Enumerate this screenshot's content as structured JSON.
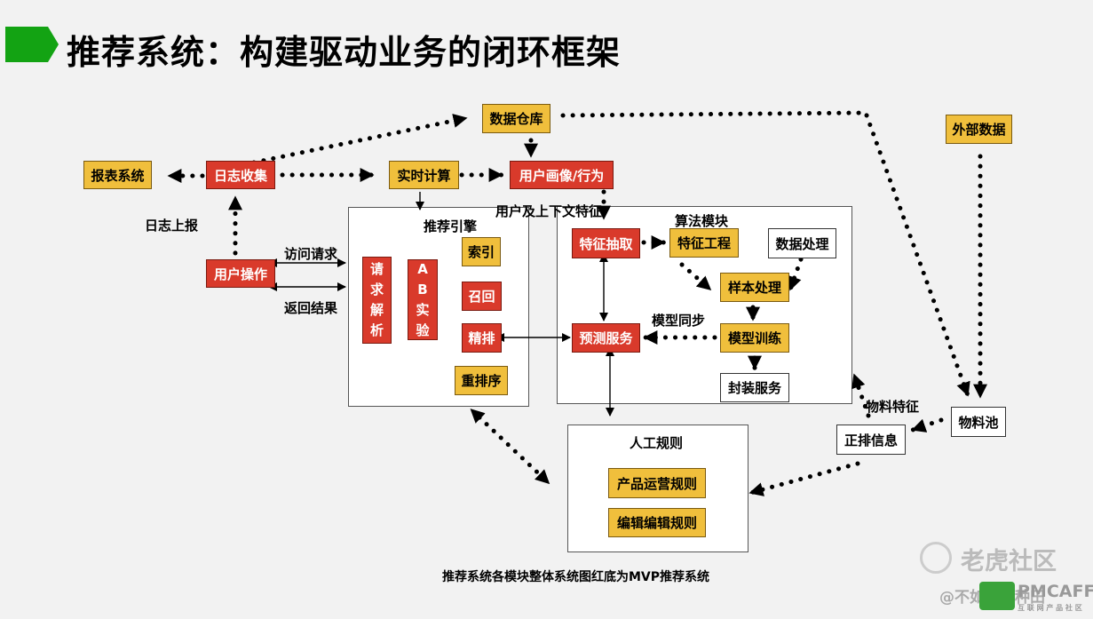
{
  "title": "推荐系统：构建驱动业务的闭环框架",
  "caption": "推荐系统各模块整体系统图红底为MVP推荐系统",
  "panels": {
    "engine": "推荐引擎",
    "algo": "算法模块",
    "rules": "人工规则"
  },
  "boxes": {
    "warehouse": "数据仓库",
    "external": "外部数据",
    "report": "报表系统",
    "log": "日志收集",
    "realtime": "实时计算",
    "profile": "用户画像/行为",
    "user_op": "用户操作",
    "req_parse": [
      "请",
      "求",
      "解",
      "析"
    ],
    "ab_test": [
      "A",
      "B",
      "实",
      "验"
    ],
    "index": "索引",
    "recall": "召回",
    "rank": "精排",
    "rerank": "重排序",
    "feature_extract": "特征抽取",
    "feature_eng": "特征工程",
    "data_proc": "数据处理",
    "sample_proc": "样本处理",
    "model_train": "模型训练",
    "predict": "预测服务",
    "package": "封装服务",
    "ops_rule": "产品运营规则",
    "edit_rule": "编辑编辑规则",
    "material_pool": "物料池",
    "positive": "正排信息"
  },
  "labels": {
    "log_report": "日志上报",
    "visit_req": "访问请求",
    "return_result": "返回结果",
    "user_ctx": "用户及上下文特征",
    "model_sync": "模型同步",
    "material_feat": "物料特征"
  },
  "legend": {
    "red": "#d93a2b",
    "yellow": "#f0bf3c",
    "accent": "#13a313"
  },
  "watermark": {
    "brand": "老虎社区",
    "author": "@不如回家种田",
    "logo": "PMCAFF",
    "logo_sub": "互 联 网 产 品 社 区"
  }
}
